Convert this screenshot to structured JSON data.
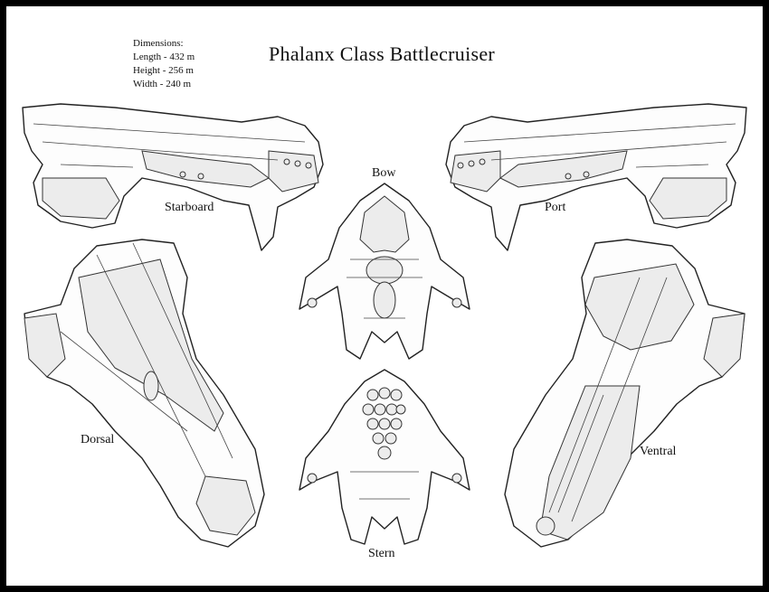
{
  "title": "Phalanx Class Battlecruiser",
  "dimensions": {
    "heading": "Dimensions:",
    "length": "Length - 432 m",
    "height": "Height - 256 m",
    "width": "Width - 240 m"
  },
  "views": {
    "starboard": "Starboard",
    "port": "Port",
    "bow": "Bow",
    "stern": "Stern",
    "dorsal": "Dorsal",
    "ventral": "Ventral"
  },
  "colors": {
    "frame": "#000000",
    "paper": "#ffffff",
    "ink": "#222222"
  }
}
